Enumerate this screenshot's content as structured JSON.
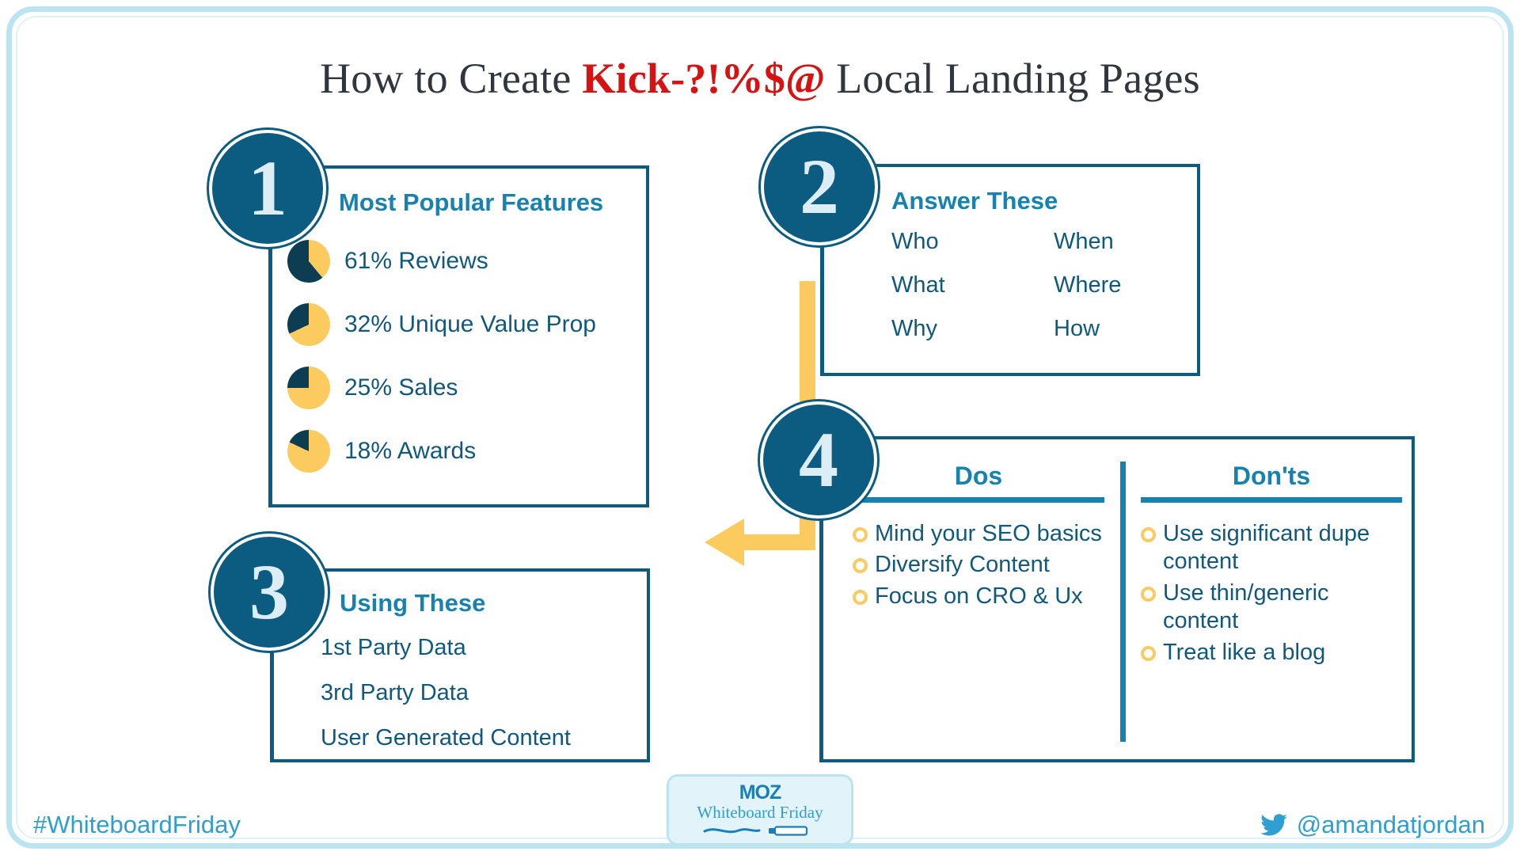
{
  "title": {
    "prefix": "How to Create ",
    "highlight": "Kick-?!%$@",
    "suffix": " Local Landing Pages",
    "highlight_color": "#d61212"
  },
  "theme": {
    "navy": "#0b5c80",
    "deep_navy": "#0d3d52",
    "blue": "#1782b0",
    "text_blue": "#10597c",
    "yellow": "#fbcb60",
    "frame_blue": "#bce4f0",
    "light_blue": "#2d9fd0"
  },
  "steps": [
    {
      "number": "1",
      "title": "Most Popular Features",
      "items": [
        {
          "percent": "61%",
          "label": "61% Reviews",
          "value": 61
        },
        {
          "percent": "32%",
          "label": "32% Unique Value Prop",
          "value": 32
        },
        {
          "percent": "25%",
          "label": "25% Sales",
          "value": 25
        },
        {
          "percent": "18%",
          "label": "18% Awards",
          "value": 18
        }
      ]
    },
    {
      "number": "2",
      "title": "Answer These",
      "col_left": [
        "Who",
        "What",
        "Why"
      ],
      "col_right": [
        "When",
        "Where",
        "How"
      ]
    },
    {
      "number": "3",
      "title": "Using These",
      "items": [
        "1st Party Data",
        "3rd Party Data",
        "User Generated Content"
      ]
    },
    {
      "number": "4",
      "columns": [
        {
          "head": "Dos",
          "items": [
            "Mind your SEO basics",
            "Diversify Content",
            "Focus on CRO & Ux"
          ]
        },
        {
          "head": "Don'ts",
          "items": [
            "Use significant dupe content",
            "Use thin/generic content",
            "Treat like a blog"
          ]
        }
      ]
    }
  ],
  "chart_data": {
    "type": "pie",
    "title": "Most Popular Features",
    "categories": [
      "Reviews",
      "Unique Value Prop",
      "Sales",
      "Awards"
    ],
    "values": [
      61,
      32,
      25,
      18
    ],
    "unit": "%",
    "colors": {
      "filled": "#0d3d52",
      "remainder": "#fbcb60"
    },
    "note": "Four individual single-value pie gauges; navy wedge sweeps counter-clockwise from 12 o'clock"
  },
  "footer": {
    "hashtag": "#WhiteboardFriday",
    "twitter_handle": "@amandatjordan",
    "badge_wordmark": "MOZ",
    "badge_subtitle": "Whiteboard Friday"
  }
}
